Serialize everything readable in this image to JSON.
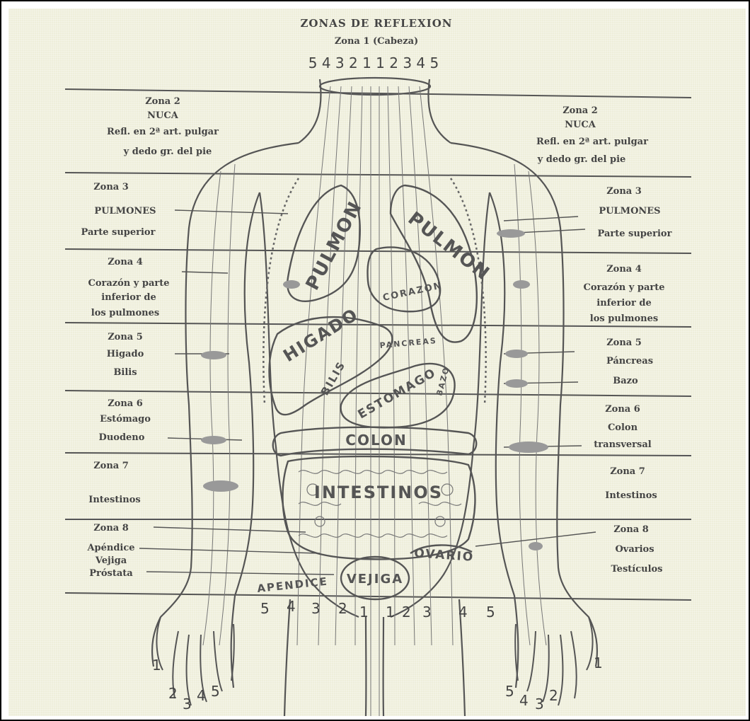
{
  "header": {
    "title": "ZONAS DE REFLEXION",
    "subtitle": "Zona 1 (Cabeza)",
    "top_numbers": "5 4 3 2 1 1 2 3 4 5"
  },
  "left_labels": {
    "zona2": [
      "Zona 2",
      "NUCA",
      "Refl. en 2ª art. pulgar",
      "y dedo gr. del pie"
    ],
    "zona3": [
      "Zona 3",
      "PULMONES",
      "Parte superior"
    ],
    "zona4": [
      "Zona 4",
      "Corazón y parte",
      "inferior de",
      "los pulmones"
    ],
    "zona5": [
      "Zona 5",
      "Higado",
      "Bilis"
    ],
    "zona6": [
      "Zona 6",
      "Estómago",
      "Duodeno"
    ],
    "zona7": [
      "Zona 7",
      "Intestinos"
    ],
    "zona8": [
      "Zona 8",
      "Apéndice",
      "Vejiga",
      "Próstata"
    ]
  },
  "right_labels": {
    "zona2": [
      "Zona 2",
      "NUCA",
      "Refl. en 2ª art. pulgar",
      "y dedo gr. del pie"
    ],
    "zona3": [
      "Zona 3",
      "PULMONES",
      "Parte superior"
    ],
    "zona4": [
      "Zona 4",
      "Corazón y parte",
      "inferior de",
      "los pulmones"
    ],
    "zona5": [
      "Zona 5",
      "Páncreas",
      "Bazo"
    ],
    "zona6": [
      "Zona 6",
      "Colon",
      "transversal"
    ],
    "zona7": [
      "Zona 7",
      "Intestinos"
    ],
    "zona8": [
      "Zona 8",
      "Ovarios",
      "Testículos"
    ]
  },
  "organs": {
    "pulmon_left": "PULMON",
    "pulmon_right": "PULMON",
    "corazon": "CORAZON",
    "higado": "HIGADO",
    "bilis": "BILIS",
    "pancreas": "PANCREAS",
    "estomago": "ESTOMAGO",
    "bazo": "BAZO",
    "colon": "COLON",
    "intestinos": "INTESTINOS",
    "ovario": "OVARIO",
    "vejiga": "VEJIGA",
    "apendice": "APENDICE"
  },
  "bottom_numbers": [
    "5",
    "4",
    "3",
    "2",
    "1",
    "1",
    "2",
    "3",
    "4",
    "5"
  ],
  "left_hand_numbers": [
    "1",
    "2",
    "3",
    "4",
    "5"
  ],
  "right_hand_numbers": [
    "5",
    "4",
    "3",
    "2",
    "1"
  ]
}
